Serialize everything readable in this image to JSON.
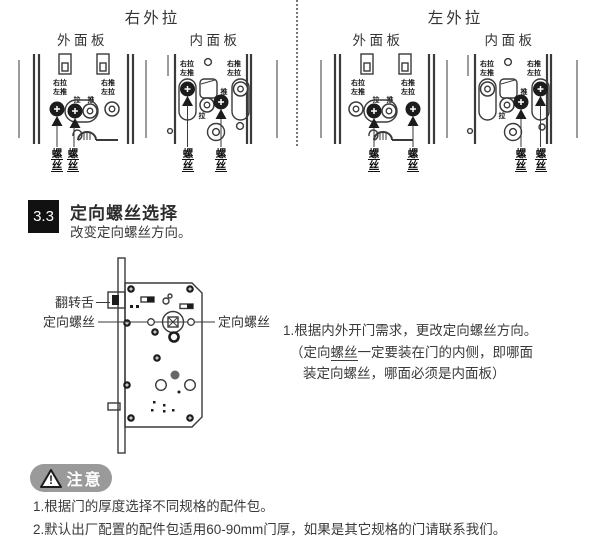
{
  "top": {
    "right_section_title": "右外拉",
    "left_section_title": "左外拉",
    "outer_panel_label": "外面板",
    "inner_panel_label": "内面板",
    "mini": {
      "right_pull": "右拉",
      "left_push": "左推",
      "pull": "拉",
      "push": "推",
      "right_push": "右推",
      "left_pull": "左拉"
    },
    "screw": {
      "top": "螺",
      "bottom": "丝"
    }
  },
  "section": {
    "number": "3.3",
    "title": "定向螺丝选择",
    "subtitle": "改变定向螺丝方向。"
  },
  "lock_diagram": {
    "flip_tongue": "翻转舌",
    "directional_screw_left": "定向螺丝",
    "directional_screw_right": "定向螺丝"
  },
  "instructions": {
    "line1": "1.根据内外开门需求，更改定向螺丝方向。",
    "line2_pre": "（定向",
    "line2_em": "螺丝",
    "line2_post": "一定要装在门的内侧，即哪面",
    "line3": "装定向螺丝，哪面必须是内面板）"
  },
  "notice": {
    "badge_text": "注意",
    "warning_mark": "!",
    "items": [
      "1.根据门的厚度选择不同规格的配件包。",
      "2.默认出厂配置的配件包适用60-90mm门厚，如果是其它规格的门请联系我们。"
    ]
  },
  "colors": {
    "ink": "#3a3a3a",
    "badge_bg": "#111111",
    "notice_bg": "#9a9a9a"
  }
}
